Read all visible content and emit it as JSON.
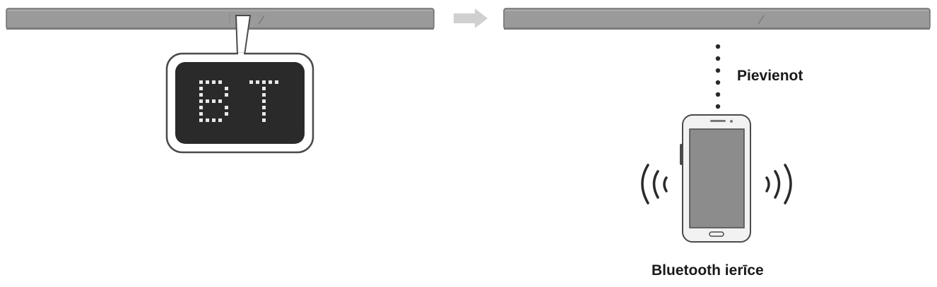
{
  "display": {
    "text": "BT"
  },
  "labels": {
    "connect": "Pievienot",
    "device": "Bluetooth ierīce"
  },
  "colors": {
    "soundbar": "#9a9a9a",
    "soundbar_edge": "#6e6e6e",
    "arrow": "#d0d0d0",
    "display_bg": "#2a2a2a",
    "display_text": "#e8e8e8",
    "phone_body": "#f2f2f2",
    "phone_screen": "#8c8c8c",
    "outline": "#4a4a4a"
  },
  "icons": {
    "soundbar_left": "soundbar-icon",
    "soundbar_right": "soundbar-icon",
    "arrow": "right-arrow-icon",
    "phone": "smartphone-icon",
    "waves_left": "signal-waves-left-icon",
    "waves_right": "signal-waves-right-icon"
  }
}
